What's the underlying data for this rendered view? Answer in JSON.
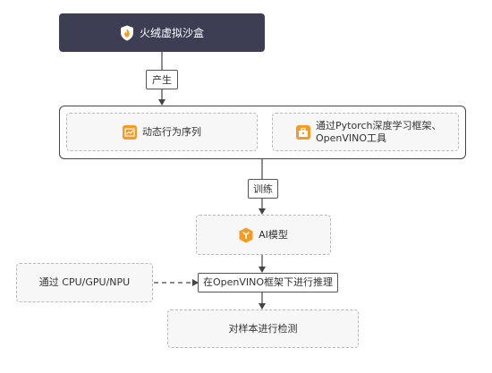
{
  "nodes": {
    "sandbox": "火绒虚拟沙盒",
    "produce": "产生",
    "behavior_sequence": "动态行为序列",
    "framework_line1": "通过Pytorch深度学习框架、",
    "framework_line2": "OpenVINO工具",
    "train": "训练",
    "ai_model": "AI模型",
    "devices": "通过 CPU/GPU/NPU",
    "inference": "在OpenVINO框架下进行推理",
    "detect": "对样本进行检测"
  },
  "colors": {
    "top_box": "#3d3e53",
    "accent": "#f59a23",
    "dashed_fill": "#f7f7f7"
  },
  "icons": {
    "sandbox": "shield-flame-icon",
    "behavior": "sequence-chart-icon",
    "framework": "toolbox-icon",
    "ai_model": "cube-icon"
  }
}
